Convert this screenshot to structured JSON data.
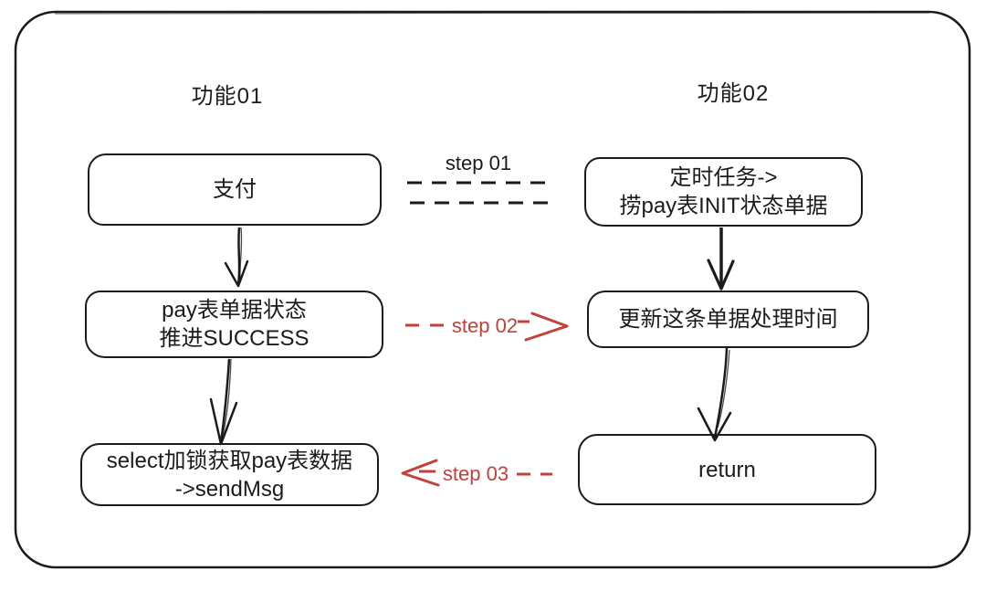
{
  "diagram": {
    "background": "#ffffff",
    "stroke_color": "#1b1b1b",
    "accent_red": "#c4403b",
    "columns": [
      {
        "title": "功能01"
      },
      {
        "title": "功能02"
      }
    ],
    "nodes": {
      "pay": {
        "lines": [
          "支付"
        ]
      },
      "timer_task": {
        "lines": [
          "定时任务->",
          "捞pay表INIT状态单据"
        ]
      },
      "pay_status": {
        "lines": [
          "pay表单据状态",
          "推进SUCCESS"
        ]
      },
      "update_time": {
        "lines": [
          "更新这条单据处理时间"
        ]
      },
      "select_lock": {
        "lines": [
          "select加锁获取pay表数据",
          "->sendMsg"
        ]
      },
      "return_node": {
        "lines": [
          "return"
        ]
      }
    },
    "step_labels": {
      "step1": "step 01",
      "step2": "step 02",
      "step3": "step 03"
    }
  }
}
